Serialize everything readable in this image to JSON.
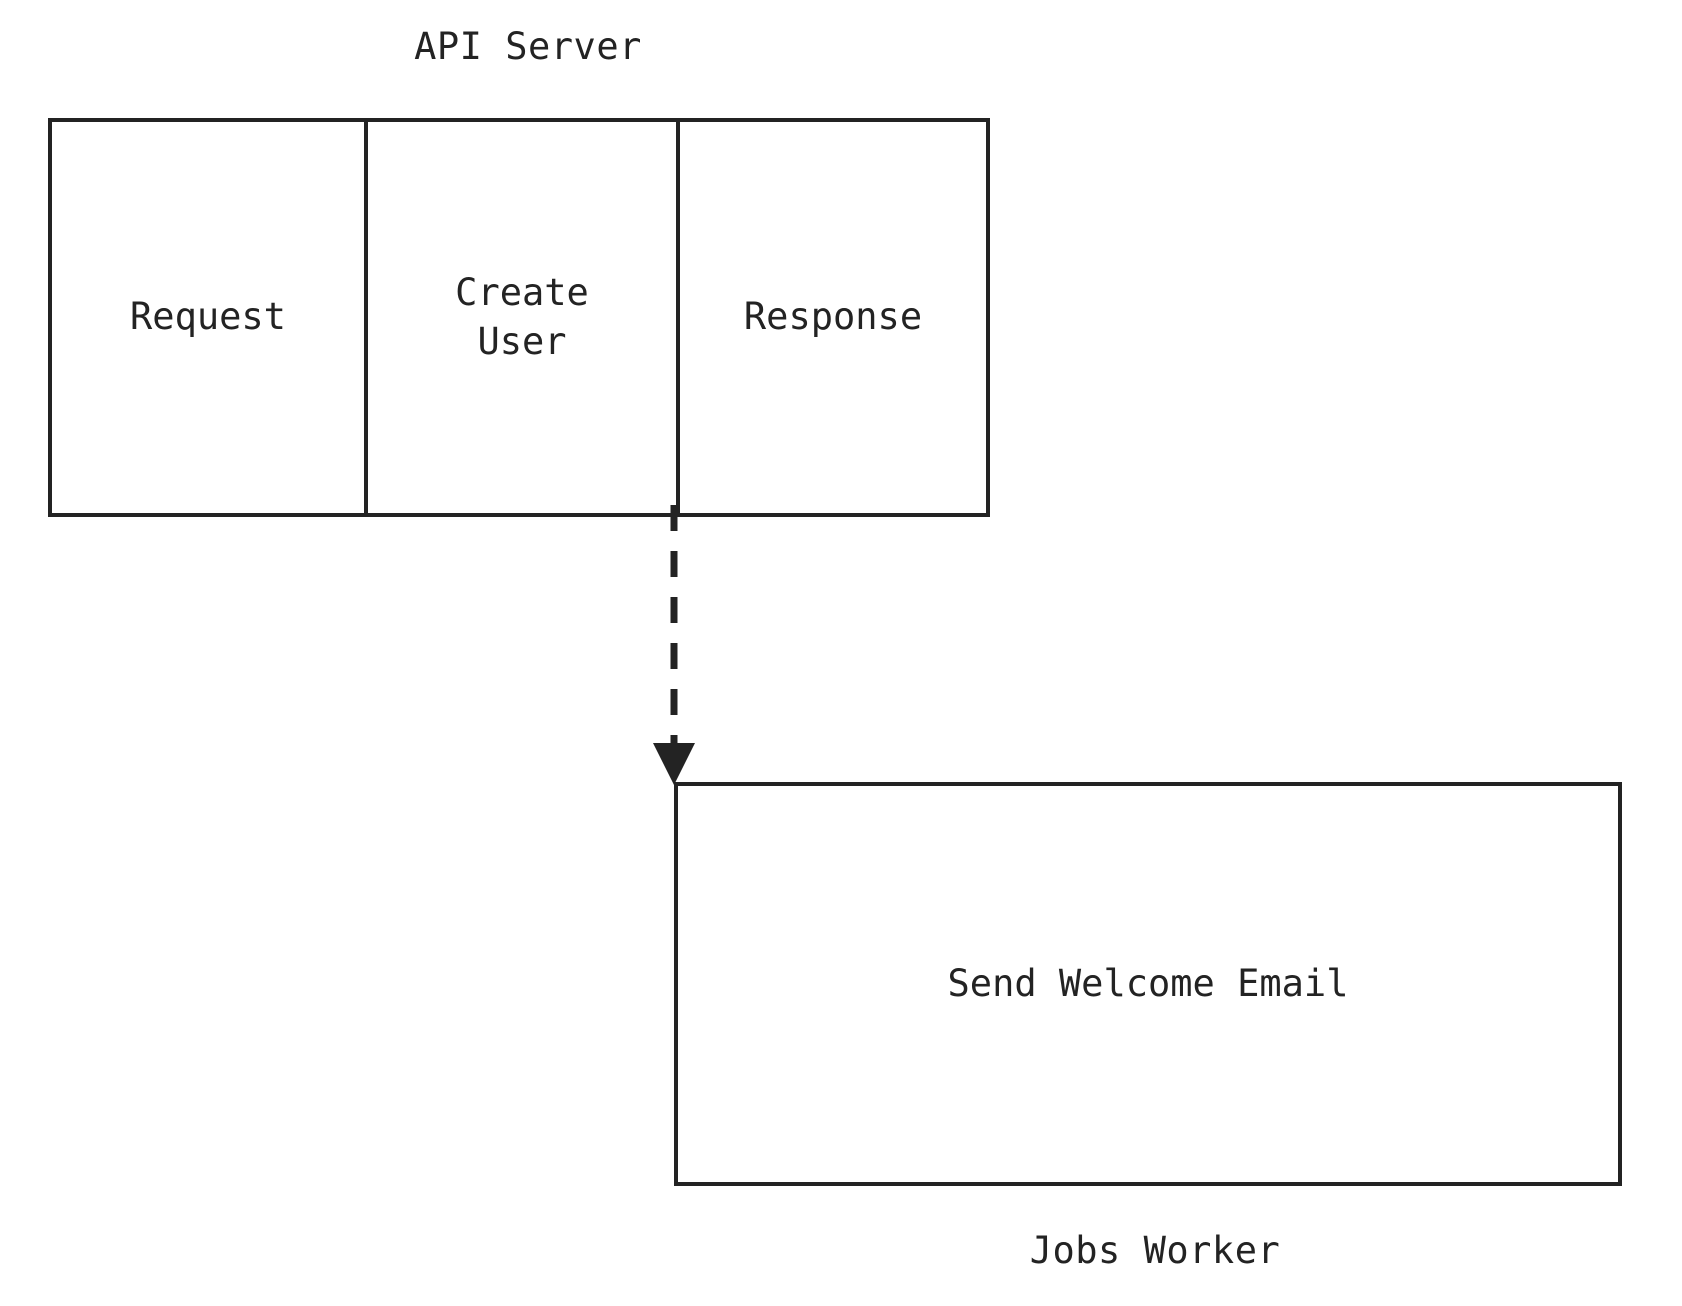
{
  "diagram": {
    "type": "flow-diagram",
    "background_color": "#ffffff",
    "stroke_color": "#232323",
    "text_color": "#232323",
    "groups": [
      {
        "id": "api-server",
        "title": "API Server",
        "title_position": "above",
        "lanes": [
          {
            "id": "request",
            "label": "Request"
          },
          {
            "id": "create-user",
            "label": "Create\nUser"
          },
          {
            "id": "response",
            "label": "Response"
          }
        ]
      },
      {
        "id": "jobs-worker",
        "title": "Jobs Worker",
        "title_position": "below",
        "lanes": [
          {
            "id": "send-welcome-email",
            "label": "Send Welcome Email"
          }
        ]
      }
    ],
    "connector": {
      "id": "api-to-jobs",
      "style": "dashed",
      "arrowhead": "filled-triangle",
      "direction": "down",
      "from": "create-user",
      "to": "send-welcome-email",
      "label": ""
    }
  },
  "api_server": {
    "title": "API Server",
    "request_label": "Request",
    "create_user_label": "Create\nUser",
    "response_label": "Response"
  },
  "jobs_worker": {
    "title": "Jobs Worker",
    "send_email_label": "Send Welcome Email"
  }
}
